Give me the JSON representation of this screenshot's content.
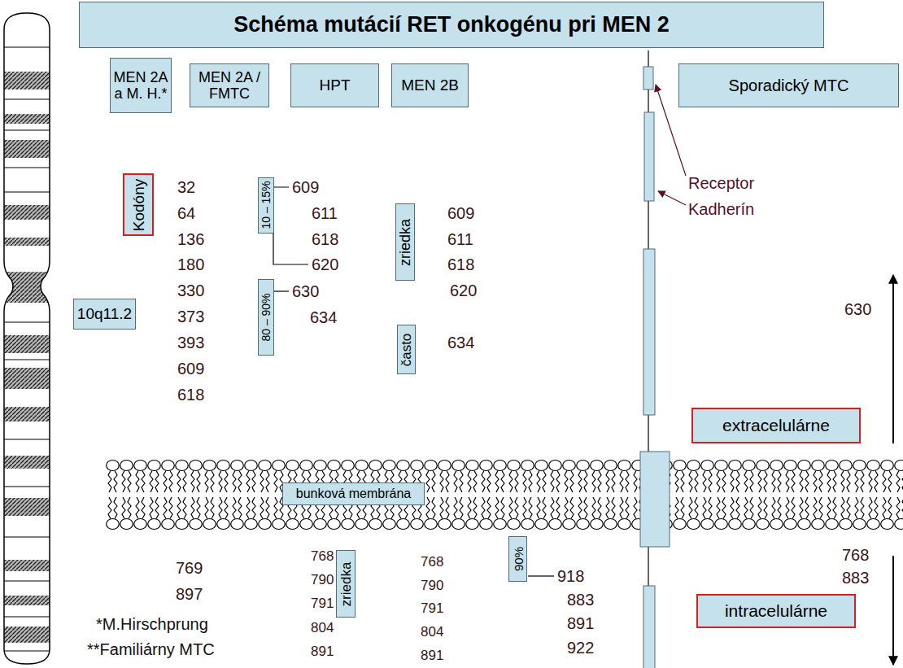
{
  "diagram": {
    "title": "Schéma mutácií RET onkogénu pri MEN 2",
    "nodes": [
      {
        "text": [
          "MEN 2A a M. H.*"
        ]
      },
      {
        "text": [
          "MEN 2A / FMTC"
        ]
      },
      {
        "text": [
          "HPT"
        ]
      },
      {
        "text": [
          "MEN 2B"
        ]
      },
      {
        "text": [
          "Sporadický MTC"
        ]
      },
      {
        "text": [
          "Kodóny"
        ]
      },
      {
        "text": [
          "10 – 15%"
        ]
      },
      {
        "text": [
          "zriedka"
        ]
      },
      {
        "text": [
          "10q11.2"
        ]
      },
      {
        "text": [
          "80 – 90%"
        ]
      },
      {
        "text": [
          "často"
        ]
      },
      {
        "text": [
          "extracelulárne"
        ]
      },
      {
        "text": [
          "bunková membrána"
        ]
      },
      {
        "text": [
          "90%"
        ]
      },
      {
        "text": [
          "zriedka"
        ]
      },
      {
        "text": [
          "intracelulárne"
        ]
      }
    ],
    "labels": [
      "32",
      "64",
      "136",
      "180",
      "330",
      "373",
      "393",
      "609",
      "618",
      "609",
      "611",
      "618",
      "620",
      "630",
      "634",
      "609",
      "611",
      "618",
      "620",
      "634",
      "630",
      "Receptor",
      "Kadherín",
      "769",
      "897",
      "768",
      "790",
      "791",
      "804",
      "891",
      "768",
      "790",
      "791",
      "804",
      "891",
      "918",
      "883",
      "891",
      "922",
      "768",
      "883",
      "*M.Hirschprung",
      "**Familiárny MTC"
    ]
  }
}
